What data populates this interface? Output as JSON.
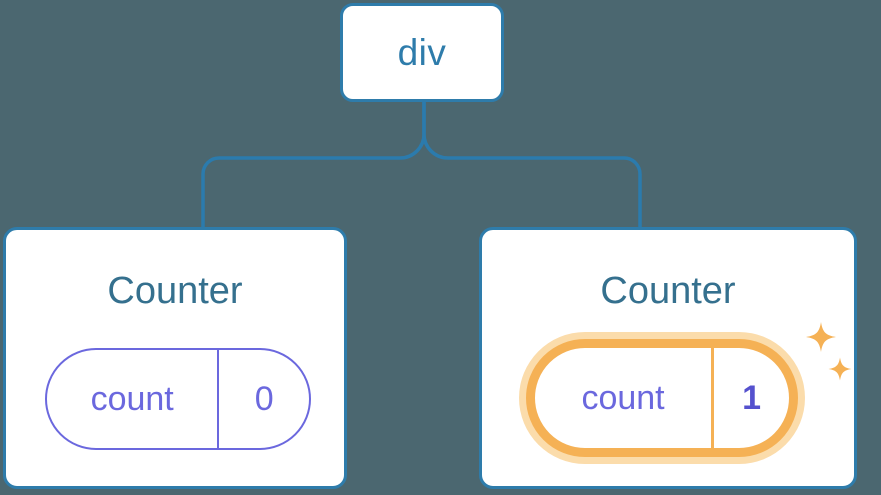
{
  "diagram": {
    "root_node": {
      "label": "div"
    },
    "counters": [
      {
        "title": "Counter",
        "state_key": "count",
        "state_value": "0",
        "highlighted": false
      },
      {
        "title": "Counter",
        "state_key": "count",
        "state_value": "1",
        "highlighted": true
      }
    ]
  },
  "icons": [
    {
      "name": "sparkle-icon-large",
      "meaning": "state-updated sparkle",
      "color": "#f5b155"
    },
    {
      "name": "sparkle-icon-small",
      "meaning": "state-updated sparkle",
      "color": "#f5b155"
    }
  ],
  "colors": {
    "background": "#4b6770",
    "node_fill": "#ffffff",
    "node_border": "#2e7cab",
    "node_label": "#2e7cab",
    "connector": "#2b7bad",
    "component_title": "#35708e",
    "state_pill": "#6b68de",
    "state_value_bold": "#5551ce",
    "highlight_ring": "#f5b155",
    "highlight_glow": "#fbdcab"
  }
}
